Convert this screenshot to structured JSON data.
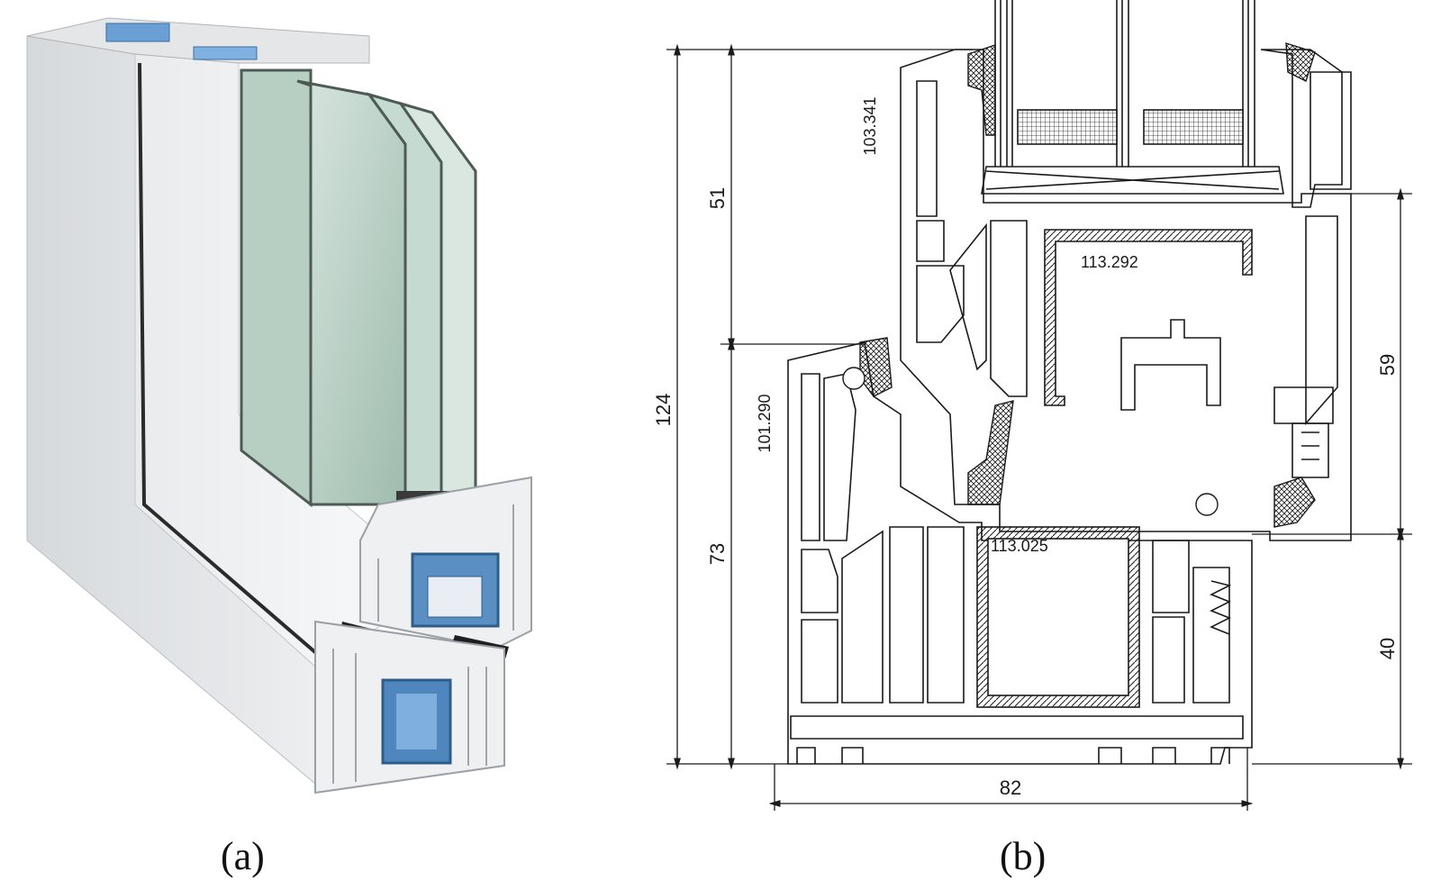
{
  "figure": {
    "panels": [
      {
        "caption": "(a)"
      },
      {
        "caption": "(b)"
      }
    ]
  },
  "drawing": {
    "dimensions": {
      "total_height": "124",
      "upper_height": "51",
      "lower_height": "73",
      "right_upper": "59",
      "right_lower": "40",
      "frame_width": "82"
    },
    "profile_codes": {
      "sash_profile": "103.341",
      "frame_profile": "101.290",
      "sash_reinforcement": "113.292",
      "frame_reinforcement": "113.025"
    }
  },
  "colors": {
    "pvc_white": "#f2f3f4",
    "pvc_shadow": "#c9cdd1",
    "glass": "#a9c6b8",
    "steel_blue": "#5a8fc3",
    "gasket": "#2a2a2a",
    "line": "#1a1a1a"
  }
}
